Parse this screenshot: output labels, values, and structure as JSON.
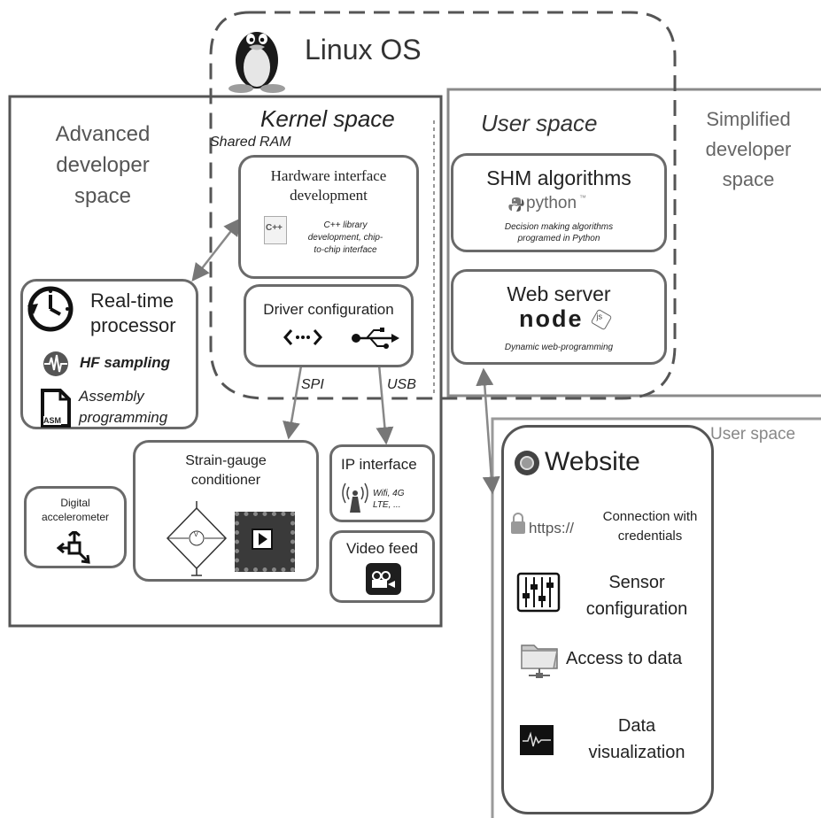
{
  "linux": {
    "title": "Linux OS"
  },
  "advanced": {
    "label": "Advanced\ndeveloper\nspace"
  },
  "kernel": {
    "label": "Kernel space",
    "shared_ram": "Shared RAM"
  },
  "user_space": {
    "label": "User space"
  },
  "simplified": {
    "label": "Simplified\ndeveloper\nspace"
  },
  "user_space_2": {
    "label": "User space"
  },
  "hw_interface": {
    "title": "Hardware interface\ndevelopment",
    "icon_text": "C++",
    "note": "C++ library\ndevelopment, chip-\nto-chip interface"
  },
  "driver": {
    "title": "Driver configuration",
    "spi": "SPI",
    "usb": "USB"
  },
  "shm": {
    "title": "SHM algorithms",
    "python": "python",
    "python_tm": "™",
    "note": "Decision making algorithms\nprogramed in Python"
  },
  "web_server": {
    "title": "Web server",
    "node": "node",
    "node_js": "js",
    "note": "Dynamic web-programming"
  },
  "realtime": {
    "title": "Real-time\nprocessor",
    "hf": "HF sampling",
    "asm_label": "ASM",
    "assembly": "Assembly\nprogramming"
  },
  "strain": {
    "title": "Strain-gauge\nconditioner",
    "v_label": "V"
  },
  "ip": {
    "title": "IP interface",
    "note": "Wifi, 4G\nLTE, ..."
  },
  "video": {
    "title": "Video feed"
  },
  "accel": {
    "title": "Digital\naccelerometer"
  },
  "website": {
    "title": "Website",
    "https": "https://",
    "connection": "Connection with\ncredentials",
    "sensor": "Sensor\nconfiguration",
    "access": "Access to data",
    "viz": "Data\nvisualization"
  }
}
